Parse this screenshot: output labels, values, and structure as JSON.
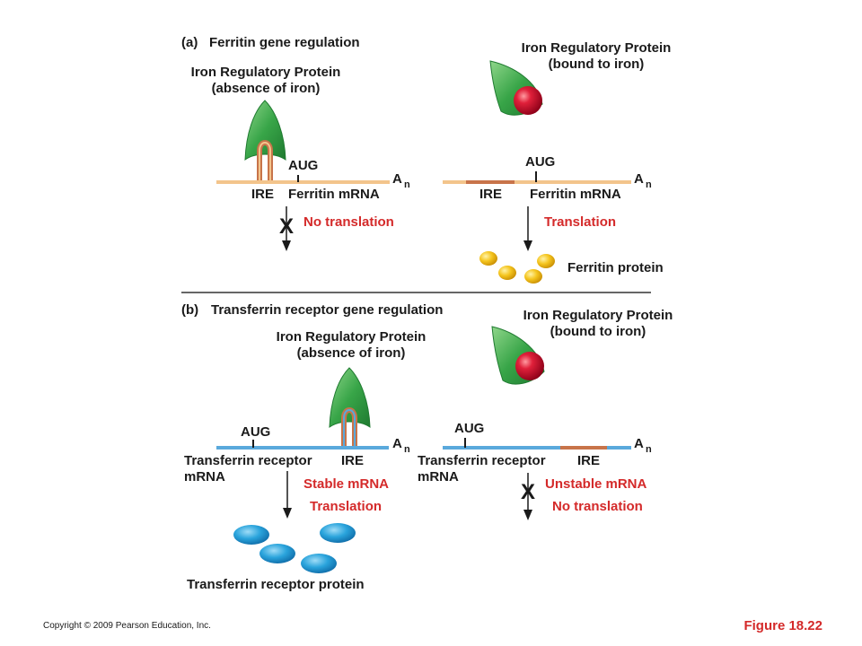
{
  "panel_a": {
    "label": "(a)",
    "title": "Ferritin gene regulation",
    "left": {
      "protein_line1": "Iron Regulatory Protein",
      "protein_line2": "(absence of iron)",
      "aug": "AUG",
      "poly_a": "A",
      "poly_a_sub": "n",
      "ire": "IRE",
      "mrna": "Ferritin mRNA",
      "block_mark": "X",
      "outcome": "No translation"
    },
    "right": {
      "protein_line1": "Iron Regulatory Protein",
      "protein_line2": "(bound to iron)",
      "aug": "AUG",
      "poly_a": "A",
      "poly_a_sub": "n",
      "ire": "IRE",
      "mrna": "Ferritin mRNA",
      "outcome": "Translation",
      "product": "Ferritin protein"
    }
  },
  "panel_b": {
    "label": "(b)",
    "title": "Transferrin receptor gene regulation",
    "left": {
      "protein_line1": "Iron Regulatory Protein",
      "protein_line2": "(absence of iron)",
      "aug": "AUG",
      "poly_a": "A",
      "poly_a_sub": "n",
      "mrna_line1": "Transferrin receptor",
      "mrna_line2": "mRNA",
      "ire": "IRE",
      "outcome1": "Stable mRNA",
      "outcome2": "Translation",
      "product": "Transferrin receptor protein"
    },
    "right": {
      "protein_line1": "Iron Regulatory Protein",
      "protein_line2": "(bound to iron)",
      "aug": "AUG",
      "poly_a": "A",
      "poly_a_sub": "n",
      "mrna_line1": "Transferrin receptor",
      "mrna_line2": "mRNA",
      "ire": "IRE",
      "block_mark": "X",
      "outcome1": "Unstable mRNA",
      "outcome2": "No translation"
    }
  },
  "footer": {
    "copyright": "Copyright © 2009 Pearson Education, Inc.",
    "figure": "Figure 18.22"
  },
  "colors": {
    "ferritin_mrna": "#f3c48c",
    "transferrin_mrna": "#5aa9dc",
    "ire_segment": "#c8744a",
    "protein_green": "#3aa44a",
    "iron_red": "#c8102e",
    "ferritin_protein": "#f2c21c",
    "receptor_protein": "#1e9bd7",
    "highlight_text": "#d42a2a"
  }
}
